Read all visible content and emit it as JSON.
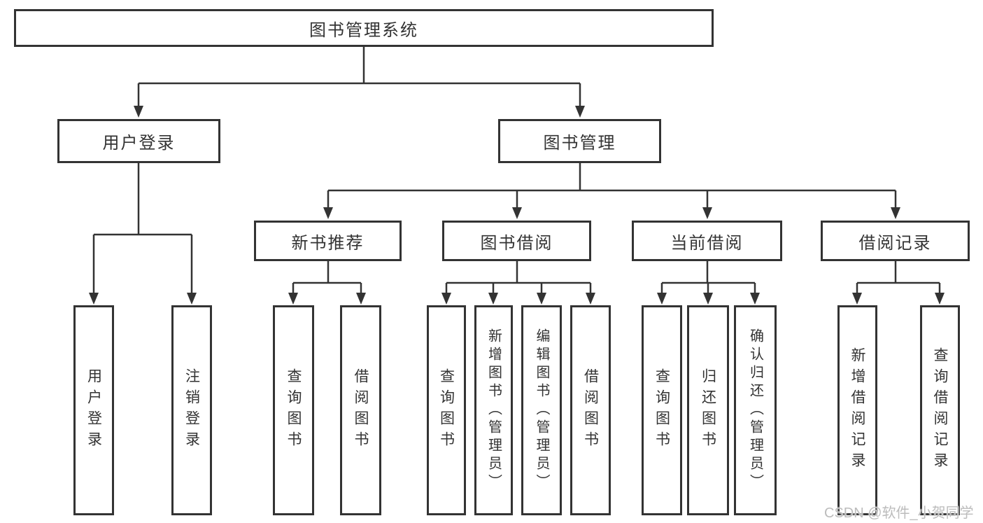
{
  "diagram": {
    "root": {
      "label": "图书管理系统"
    },
    "branches": [
      {
        "label": "用户登录",
        "children": [
          {
            "label": "用户登录"
          },
          {
            "label": "注销登录"
          }
        ]
      },
      {
        "label": "图书管理",
        "children": [
          {
            "label": "新书推荐",
            "children": [
              {
                "label": "查询图书"
              },
              {
                "label": "借阅图书"
              }
            ]
          },
          {
            "label": "图书借阅",
            "children": [
              {
                "label": "查询图书"
              },
              {
                "label": "新增图书（管理员）"
              },
              {
                "label": "编辑图书（管理员）"
              },
              {
                "label": "借阅图书"
              }
            ]
          },
          {
            "label": "当前借阅",
            "children": [
              {
                "label": "查询图书"
              },
              {
                "label": "归还图书"
              },
              {
                "label": "确认归还（管理员）"
              }
            ]
          },
          {
            "label": "借阅记录",
            "children": [
              {
                "label": "新增借阅记录"
              },
              {
                "label": "查询借阅记录"
              }
            ]
          }
        ]
      }
    ]
  },
  "watermark": {
    "text": "CSDN @软件_小贺同学"
  },
  "colors": {
    "line": "#333333",
    "text": "#333333",
    "box_background": "#ffffff",
    "page_background": "#ffffff",
    "watermark": "#bcbcbc"
  }
}
